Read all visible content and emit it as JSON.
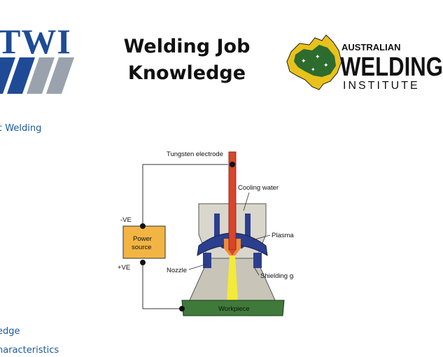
{
  "header": {
    "twi_logo_text": "TWI",
    "title_line1": "Welding Job",
    "title_line2": "Knowledge",
    "awi_logo": {
      "line1": "AUSTRALIAN",
      "line2": "WELDING",
      "line3": "INSTITUTE"
    }
  },
  "nav": {
    "link1": "c Welding",
    "link2": "edge",
    "link3": "haracteristics"
  },
  "diagram": {
    "labels": {
      "tungsten_electrode": "Tungsten electrode",
      "cooling_water": "Cooling water",
      "neg": "-VE",
      "pos": "+VE",
      "power_source_line1": "Power",
      "power_source_line2": "source",
      "plasma_gas": "Plasma gas",
      "nozzle": "Nozzle",
      "shielding_gas": "Shielding gas",
      "workpiece": "Workpiece"
    },
    "colors": {
      "electrode": "#d9452a",
      "power_source": "#f2b544",
      "workpiece": "#3f7a3a",
      "nozzle_dark": "#2b3f8f",
      "torch_gray": "#c8c4b8",
      "arc": "#f3ea3a"
    }
  }
}
